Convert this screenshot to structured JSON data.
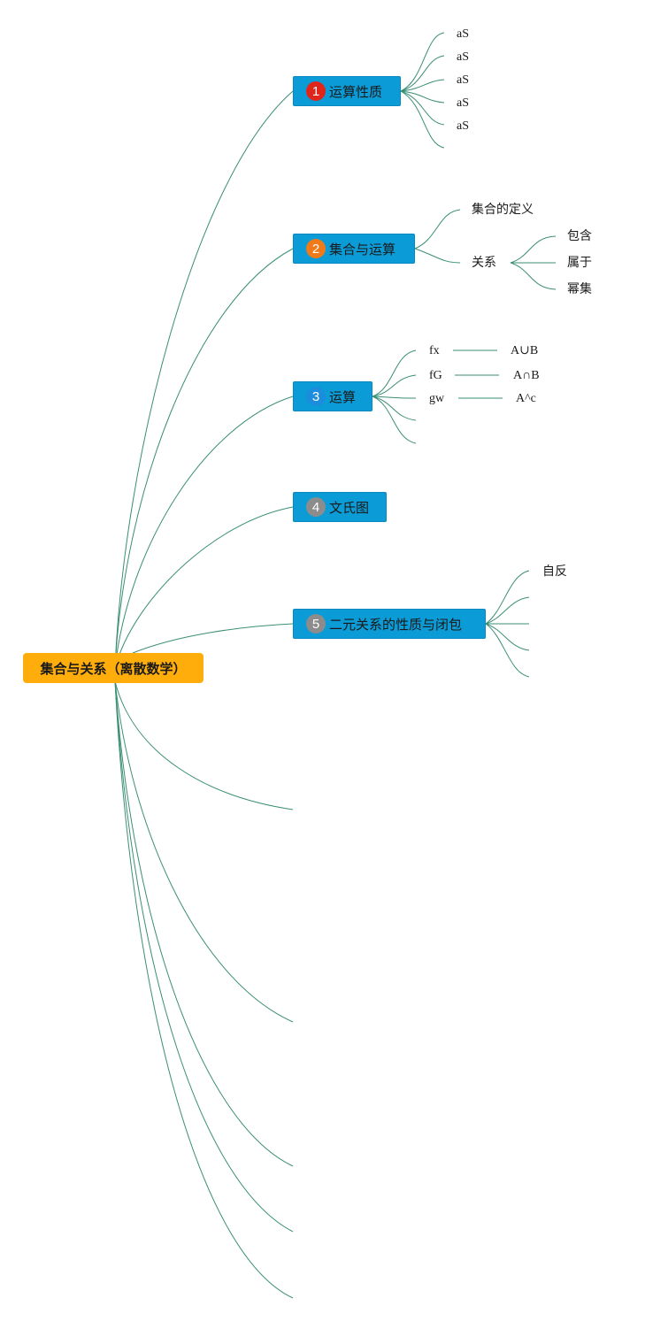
{
  "root": {
    "label": "集合与关系（离散数学）"
  },
  "topics": [
    {
      "number": "1",
      "label": "运算性质",
      "badge_color": "#e0261b"
    },
    {
      "number": "2",
      "label": "集合与运算",
      "badge_color": "#f07a1a"
    },
    {
      "number": "3",
      "label": "运算",
      "badge_color": "#1b8ddc"
    },
    {
      "number": "4",
      "label": "文氏图",
      "badge_color": "#8c8c8c"
    },
    {
      "number": "5",
      "label": "二元关系的性质与闭包",
      "badge_color": "#8c8c8c"
    }
  ],
  "topic1_children": [
    "aS",
    "aS",
    "aS",
    "aS",
    "aS"
  ],
  "topic2_children": {
    "definition": "集合的定义",
    "relation": "关系",
    "relation_children": [
      "包含",
      "属于",
      "幂集"
    ]
  },
  "topic3_children": [
    {
      "label": "fx",
      "value": "A∪B"
    },
    {
      "label": "fG",
      "value": "A∩B"
    },
    {
      "label": "gw",
      "value": "A^c"
    }
  ],
  "topic5_children": [
    "自反"
  ],
  "colors": {
    "edge": "#2e8b6e",
    "root_fill": "#ffad0a",
    "topic_fill": "#0b9bd6"
  }
}
